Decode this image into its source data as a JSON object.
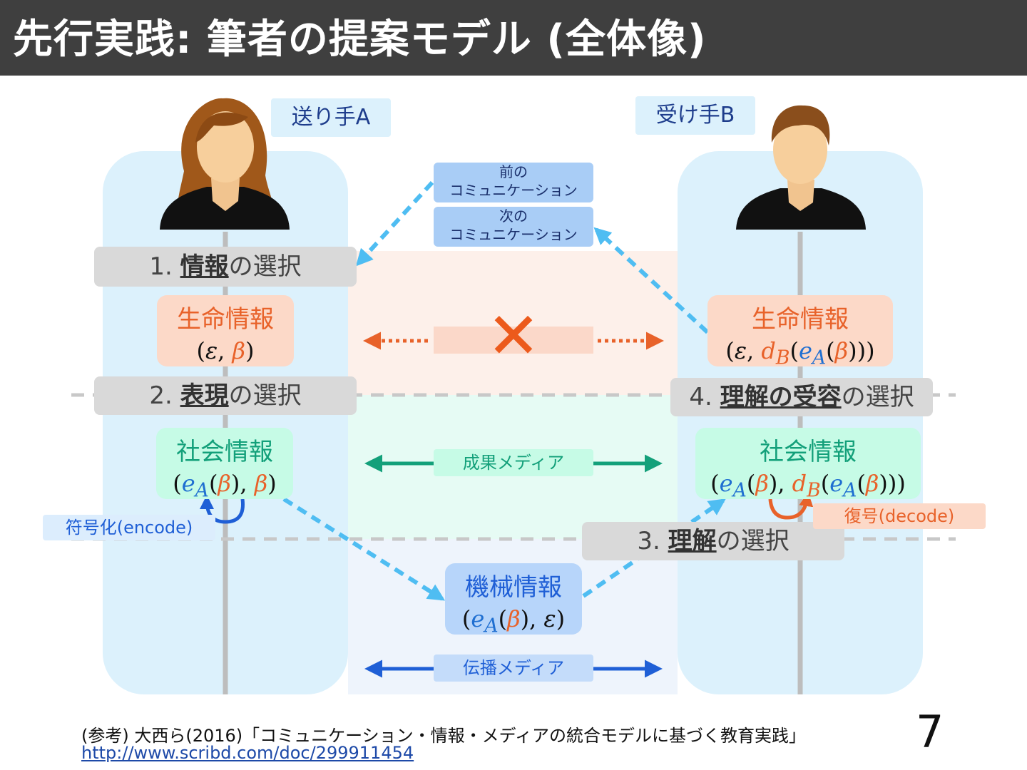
{
  "title": "先行実践: 筆者の提案モデル (全体像)",
  "sender_label": "送り手A",
  "receiver_label": "受け手B",
  "prev_comm": [
    "前の",
    "コミュニケーション"
  ],
  "next_comm": [
    "次の",
    "コミュニケーション"
  ],
  "steps": {
    "s1": {
      "num": "1. ",
      "key": "情報",
      "rest": "の選択"
    },
    "s2": {
      "num": "2. ",
      "key": "表現",
      "rest": "の選択"
    },
    "s3": {
      "num": "3. ",
      "key": "理解",
      "rest": "の選択"
    },
    "s4": {
      "num": "4. ",
      "key": "理解の受容",
      "rest": "の選択"
    }
  },
  "life_info_label": "生命情報",
  "social_info_label": "社会情報",
  "machine_info_label": "機械情報",
  "result_media": "成果メディア",
  "transmission_media": "伝播メディア",
  "encode_label": "符号化(encode)",
  "decode_label": "復号(decode)",
  "cross_mark": "✕",
  "symbols": {
    "epsilon": "ε",
    "beta": "β",
    "e": "e",
    "A": "A",
    "d": "d",
    "B": "B",
    "open": "(",
    "close": ")",
    "comma": ", "
  },
  "colors": {
    "lane": "#dcf1fc",
    "orange": "#e8622a",
    "green": "#13a07a",
    "blue": "#1f6fd1",
    "dashed_arrow": "#4fbdf2"
  },
  "footnote": "(参考) 大西ら(2016)「コミュニケーション・情報・メディアの統合モデルに基づく教育実践」",
  "footnote_link": "http://www.scribd.com/doc/299911454",
  "page_number": "7"
}
